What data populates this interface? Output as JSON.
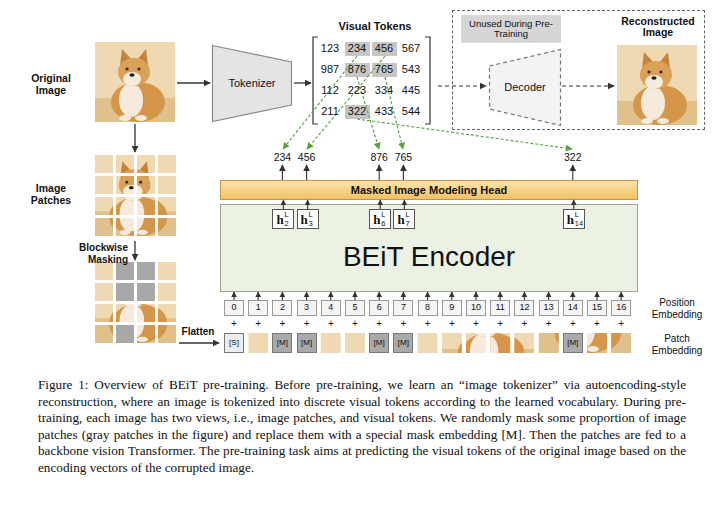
{
  "diagram": {
    "caption": "Figure 1: Overview of BEiT pre-training. Before pre-training, we learn an “image tokenizer” via autoencoding-style reconstruction, where an image is tokenized into discrete visual tokens according to the learned vocabulary. During pre-training, each image has two views, i.e., image patches, and visual tokens. We randomly mask some proportion of image patches (gray patches in the figure) and replace them with a special mask embedding [M]. Then the patches are fed to a backbone vision Transformer. The pre-training task aims at predicting the visual tokens of the original image based on the encoding vectors of the corrupted image.",
    "nodes": [
      {
        "text": [
          "Tokenizer"
        ]
      },
      {
        "text": [
          "Reconstructed Image"
        ]
      },
      {
        "text": [
          "Unused During Pre-Training"
        ],
        "in": 1
      },
      {
        "text": [
          "Decoder"
        ],
        "in": 1
      },
      {
        "text": [
          "Masked Image Modeling Head"
        ]
      },
      {
        "text": [
          "BEiT Encoder"
        ]
      },
      {
        "text": [
          "h",
          "2",
          "L"
        ],
        "in": 5
      },
      {
        "text": [
          "h",
          "3",
          "L"
        ],
        "in": 5
      },
      {
        "text": [
          "h",
          "6",
          "L"
        ],
        "in": 5
      },
      {
        "text": [
          "h",
          "7",
          "L"
        ],
        "in": 5
      },
      {
        "text": [
          "h",
          "14",
          "L"
        ],
        "in": 5
      },
      {
        "text": [
          "0"
        ]
      },
      {
        "text": [
          "1"
        ]
      },
      {
        "text": [
          "2"
        ]
      },
      {
        "text": [
          "3"
        ]
      },
      {
        "text": [
          "4"
        ]
      },
      {
        "text": [
          "5"
        ]
      },
      {
        "text": [
          "6"
        ]
      },
      {
        "text": [
          "7"
        ]
      },
      {
        "text": [
          "8"
        ]
      },
      {
        "text": [
          "9"
        ]
      },
      {
        "text": [
          "10"
        ]
      },
      {
        "text": [
          "11"
        ]
      },
      {
        "text": [
          "12"
        ]
      },
      {
        "text": [
          "13"
        ]
      },
      {
        "text": [
          "14"
        ]
      },
      {
        "text": [
          "15"
        ]
      },
      {
        "text": [
          "16"
        ]
      },
      {
        "text": [
          "[S]"
        ]
      },
      {
        "text": [
          "[M]"
        ]
      },
      {
        "text": [
          "[M]"
        ]
      },
      {
        "text": [
          "[M]"
        ]
      },
      {
        "text": [
          "[M]"
        ]
      },
      {
        "text": [
          "[M]"
        ]
      }
    ],
    "edges": [
      {
        "from": 6,
        "to": 4,
        "arrow": "to"
      },
      {
        "from": 7,
        "to": 4,
        "arrow": "to"
      },
      {
        "from": 8,
        "to": 4,
        "arrow": "to"
      },
      {
        "from": 9,
        "to": 4,
        "arrow": "to"
      },
      {
        "from": 10,
        "to": 4,
        "arrow": "to"
      },
      {
        "from": 11,
        "to": 5,
        "arrow": "to"
      },
      {
        "from": 12,
        "to": 5,
        "arrow": "to"
      },
      {
        "from": 13,
        "to": 5,
        "arrow": "to"
      },
      {
        "from": 14,
        "to": 5,
        "arrow": "to"
      },
      {
        "from": 15,
        "to": 5,
        "arrow": "to"
      },
      {
        "from": 16,
        "to": 5,
        "arrow": "to"
      },
      {
        "from": 17,
        "to": 5,
        "arrow": "to"
      },
      {
        "from": 18,
        "to": 5,
        "arrow": "to"
      },
      {
        "from": 19,
        "to": 5,
        "arrow": "to"
      },
      {
        "from": 20,
        "to": 5,
        "arrow": "to"
      },
      {
        "from": 21,
        "to": 5,
        "arrow": "to"
      },
      {
        "from": 22,
        "to": 5,
        "arrow": "to"
      },
      {
        "from": 23,
        "to": 5,
        "arrow": "to"
      },
      {
        "from": 24,
        "to": 5,
        "arrow": "to"
      },
      {
        "from": 25,
        "to": 5,
        "arrow": "to"
      },
      {
        "from": 26,
        "to": 5,
        "arrow": "to"
      },
      {
        "from": 27,
        "to": 5,
        "arrow": "to"
      }
    ],
    "labels": [
      "Original Image",
      "Visual Tokens",
      "123",
      "234",
      "456",
      "567",
      "987",
      "876",
      "765",
      "543",
      "112",
      "223",
      "334",
      "445",
      "211",
      "322",
      "433",
      "544",
      "Image Patches",
      "Blockwise Masking",
      "Flatten",
      "234",
      "456",
      "876",
      "765",
      "322",
      "Position Embedding",
      "Patch Embedding",
      "+",
      "+",
      "+",
      "+",
      "+",
      "+",
      "+",
      "+",
      "+",
      "+",
      "+",
      "+",
      "+",
      "+",
      "+",
      "+",
      "+"
    ]
  }
}
